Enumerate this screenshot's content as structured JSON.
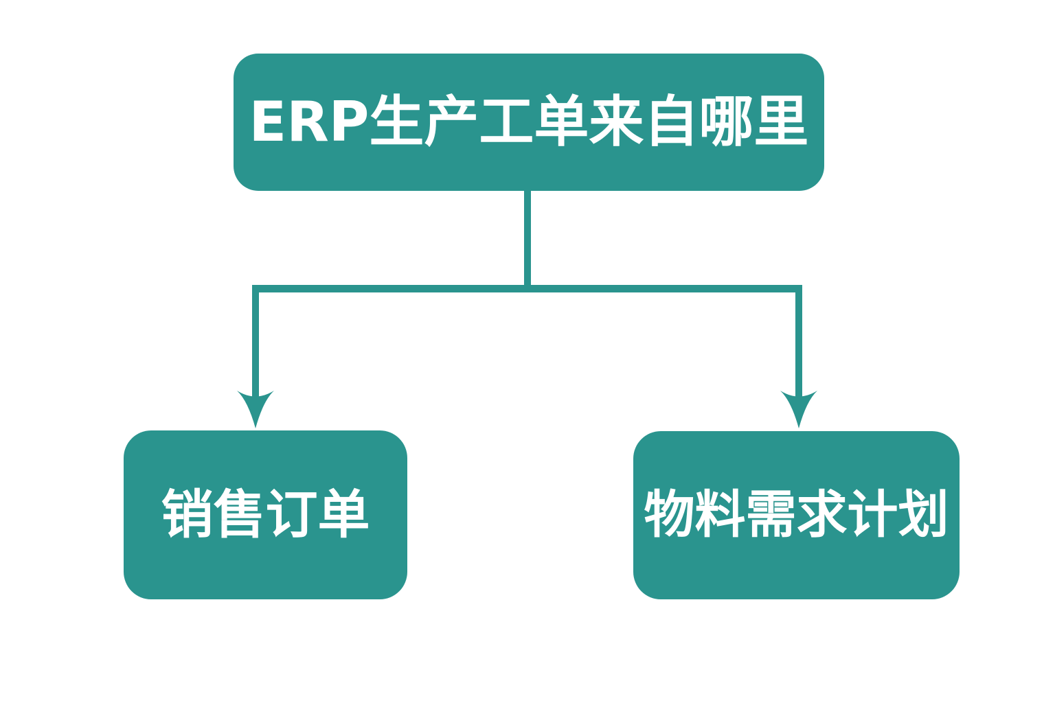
{
  "diagram": {
    "type": "flowchart-tree",
    "root_node": {
      "label": "ERP生产工单来自哪里"
    },
    "child_nodes": [
      {
        "id": "sales-order",
        "label": "销售订单"
      },
      {
        "id": "material-requirements-plan",
        "label": "物料需求计划"
      }
    ],
    "edges": [
      {
        "from": "root",
        "to": "sales-order",
        "arrow": "down"
      },
      {
        "from": "root",
        "to": "material-requirements-plan",
        "arrow": "down"
      }
    ]
  },
  "colors": {
    "accent": "#2A948E",
    "node_text": "#FFFFFF",
    "background": "#FFFFFF"
  }
}
